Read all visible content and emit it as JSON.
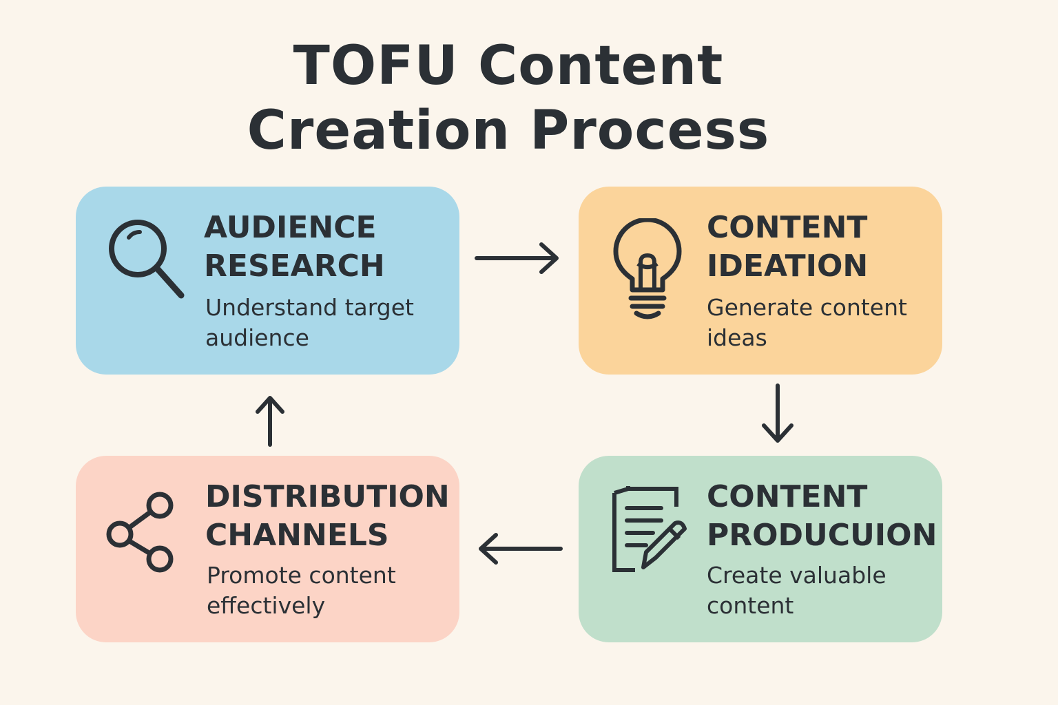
{
  "title": {
    "line1": "TOFU Content",
    "line2": "Creation Process"
  },
  "steps": [
    {
      "heading1": "AUDIENCE",
      "heading2": "RESEARCH",
      "desc1": "Understand target",
      "desc2": "audience",
      "icon": "magnifier-icon",
      "color": "#a9d8e9"
    },
    {
      "heading1": "CONTENT",
      "heading2": "IDEATION",
      "desc1": "Generate content",
      "desc2": "ideas",
      "icon": "lightbulb-icon",
      "color": "#fbd49b"
    },
    {
      "heading1": "CONTENT",
      "heading2": "PRODUCUION",
      "desc1": "Create valuable",
      "desc2": "content",
      "icon": "document-pen-icon",
      "color": "#c0dfcb"
    },
    {
      "heading1": "DISTRIBUTION",
      "heading2": "CHANNELS",
      "desc1": "Promote content",
      "desc2": "effectively",
      "icon": "share-icon",
      "color": "#fcd4c6"
    }
  ]
}
